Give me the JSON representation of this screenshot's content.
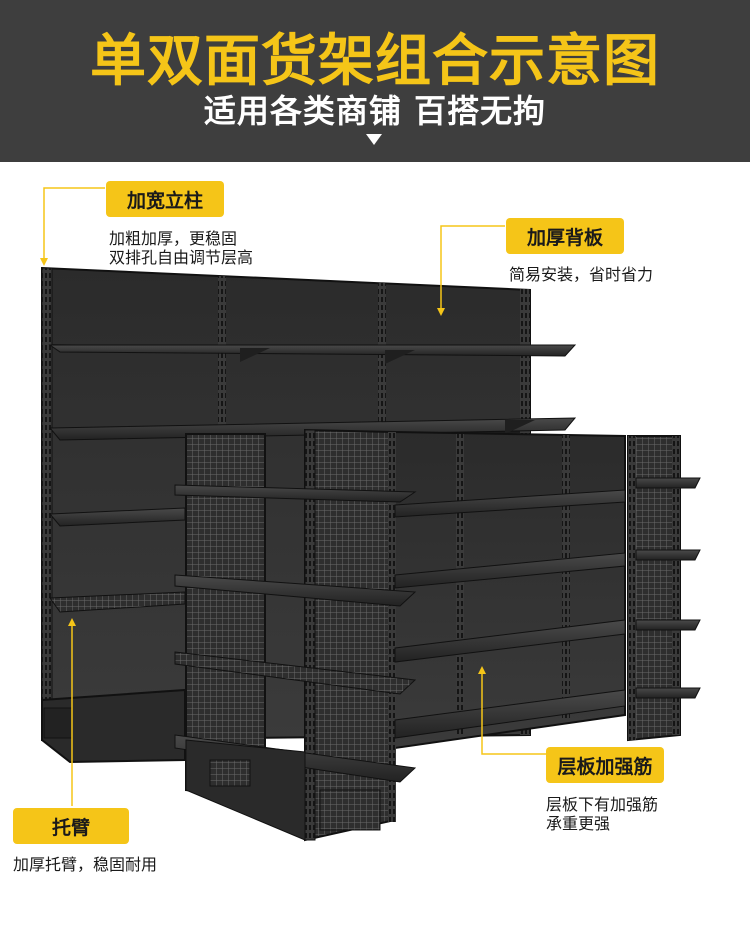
{
  "header": {
    "title": "单双面货架组合示意图",
    "subtitle": "适用各类商铺 百搭无拘",
    "background": "#3e3e3e",
    "title_color": "#f5c518",
    "arrow_icon": "triangle-down-icon"
  },
  "accent_color": "#f5c518",
  "callouts": {
    "upright": {
      "label": "加宽立柱",
      "line1": "加粗加厚，更稳固",
      "line2": "双排孔自由调节层高"
    },
    "back_panel": {
      "label": "加厚背板",
      "line1": "简易安装，省时省力"
    },
    "shelf_rib": {
      "label": "层板加强筋",
      "line1": "层板下有加强筋",
      "line2": "承重更强"
    },
    "bracket": {
      "label": "托臂",
      "line1": "加厚托臂，稳固耐用"
    }
  }
}
